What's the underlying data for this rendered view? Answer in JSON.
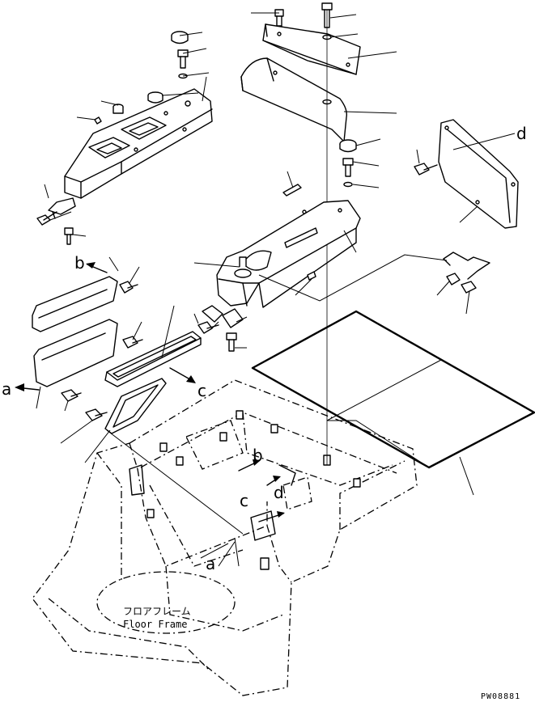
{
  "floor_frame": {
    "label_jp": "フロアフレーム",
    "label_en": "Floor Frame"
  },
  "reference_letters": {
    "a": "a",
    "b": "b",
    "c": "c",
    "d": "d"
  },
  "drawing_code": "PW08881"
}
